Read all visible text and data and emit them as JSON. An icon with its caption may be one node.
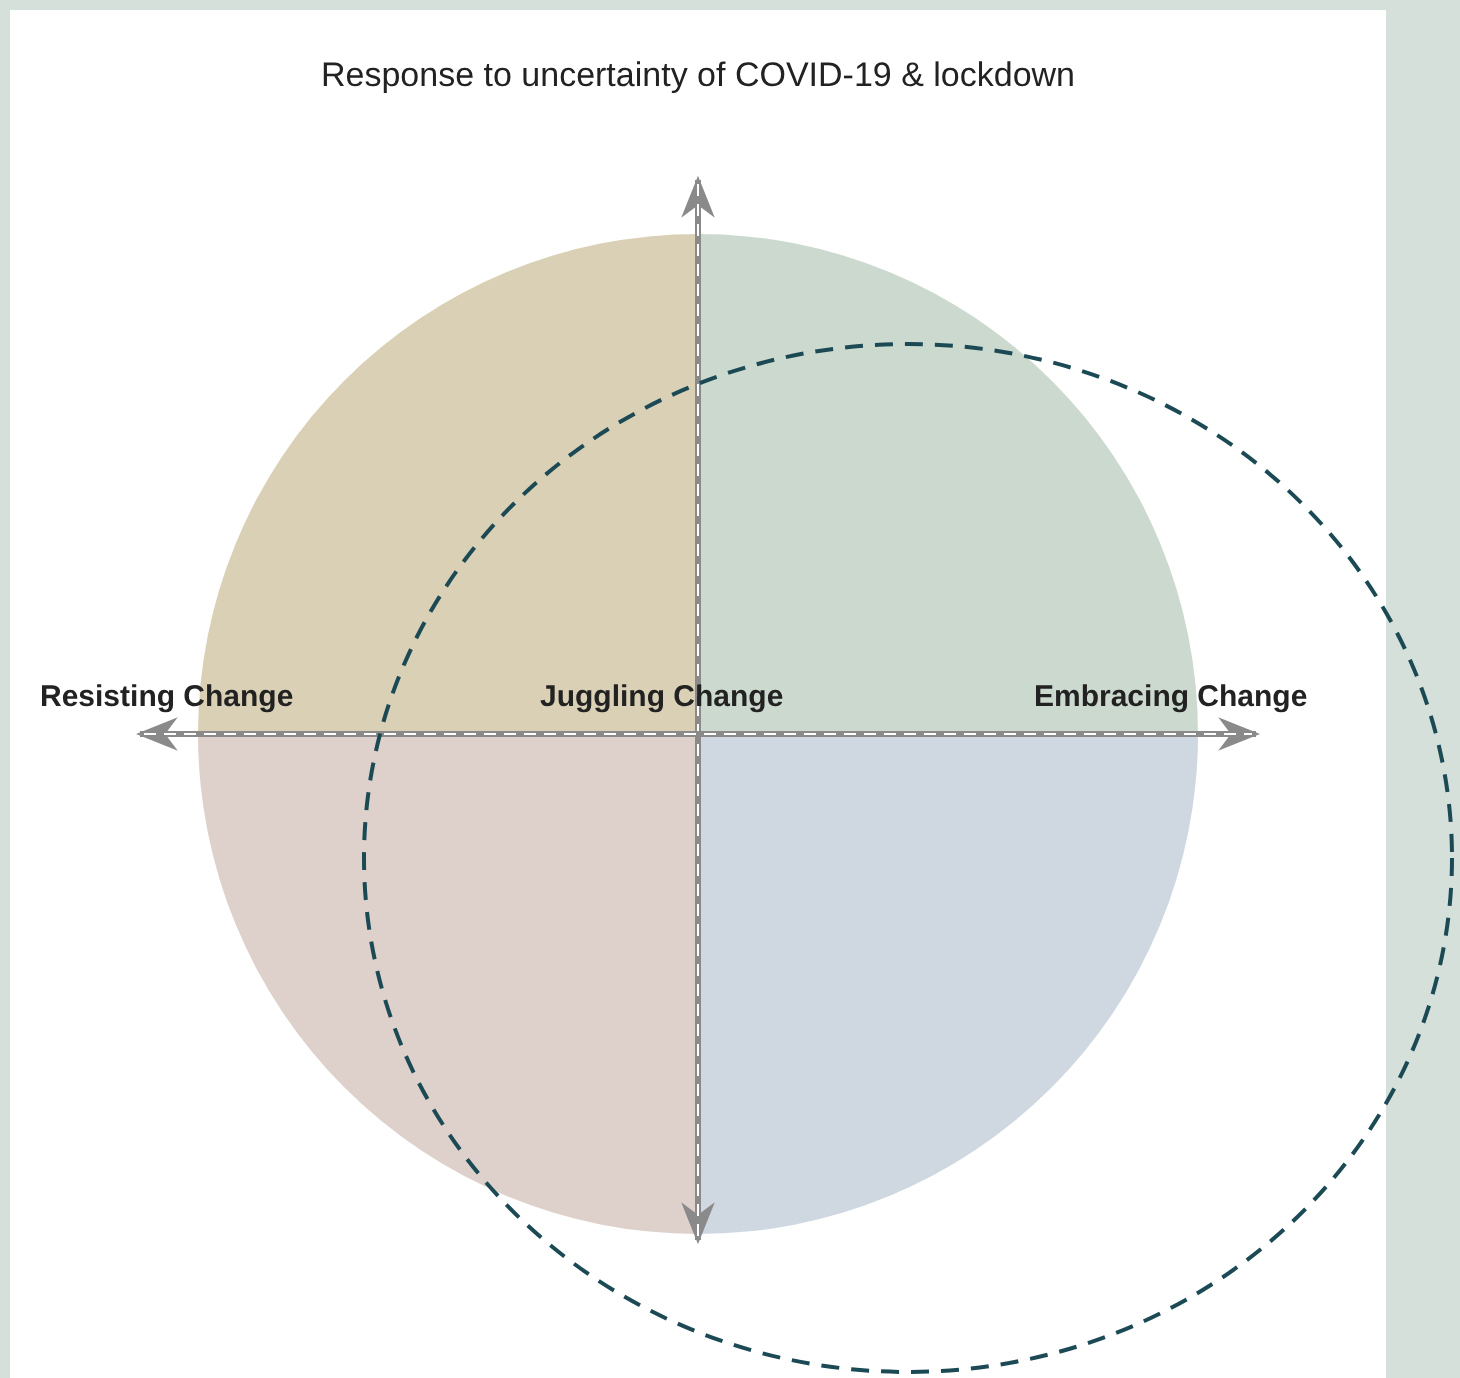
{
  "diagram": {
    "title": "Response to uncertainty of COVID-19 & lockdown",
    "labels": [
      "Resisting Change",
      "Juggling Change",
      "Embracing Change"
    ]
  }
}
